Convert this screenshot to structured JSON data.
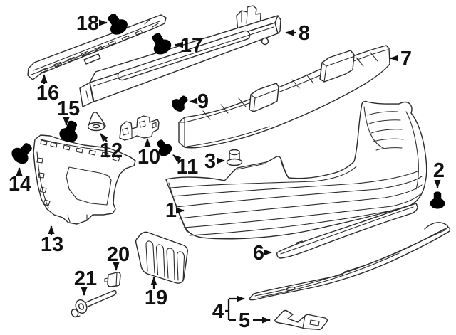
{
  "diagram": {
    "kind": "exploded-parts-line-drawing",
    "background_color": "#ffffff",
    "line_color": "#2b2b2b",
    "label_color": "#111111"
  },
  "callouts": [
    {
      "num": "1"
    },
    {
      "num": "2"
    },
    {
      "num": "3"
    },
    {
      "num": "4"
    },
    {
      "num": "5"
    },
    {
      "num": "6"
    },
    {
      "num": "7"
    },
    {
      "num": "8"
    },
    {
      "num": "9"
    },
    {
      "num": "10"
    },
    {
      "num": "11"
    },
    {
      "num": "12"
    },
    {
      "num": "13"
    },
    {
      "num": "14"
    },
    {
      "num": "15"
    },
    {
      "num": "16"
    },
    {
      "num": "17"
    },
    {
      "num": "18"
    },
    {
      "num": "19"
    },
    {
      "num": "20"
    },
    {
      "num": "21"
    }
  ]
}
